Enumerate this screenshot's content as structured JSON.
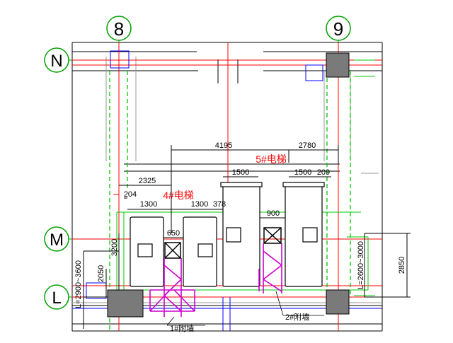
{
  "axes": {
    "col_8": "8",
    "col_9": "9",
    "row_n": "N",
    "row_m": "M",
    "row_l": "L"
  },
  "elevators": {
    "elevator_5": "5#电梯",
    "elevator_4": "4#电梯"
  },
  "dimensions": {
    "d4195": "4195",
    "d2780": "2780",
    "d1500a": "1500",
    "d1500b": "1500",
    "d209": "209",
    "d2325": "2325",
    "d204": "204",
    "d1300a": "1300",
    "d1300b": "1300",
    "d378": "378",
    "d900": "900",
    "d650": "650",
    "d3200": "3200",
    "d2050": "2050",
    "l_left": "L=2900~3600",
    "l_right": "L=2600~3000",
    "d2850": "2850"
  },
  "notes": {
    "bracket_left": "1#附墙",
    "bracket_right": "2#附墙"
  },
  "colors": {
    "grid_red": "#ff0000",
    "green": "#00c800",
    "blue": "#0000ff",
    "magenta": "#cc00cc",
    "column_fill": "#7a7a7a"
  }
}
